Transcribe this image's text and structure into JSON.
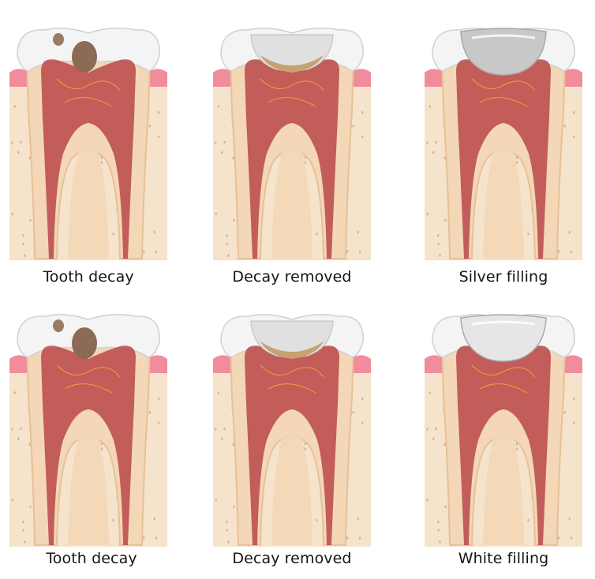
{
  "figure": {
    "panels": [
      {
        "caption": "Tooth decay",
        "state": "decay",
        "filling": "none",
        "cavity_color": "#8c6a55"
      },
      {
        "caption": "Decay removed",
        "state": "prepared",
        "filling": "none",
        "cavity_color": "#c9a070"
      },
      {
        "caption": "Silver filling",
        "state": "filled",
        "filling": "silver",
        "filling_color": "#c8c8c8"
      },
      {
        "caption": "Tooth decay",
        "state": "decay",
        "filling": "none",
        "cavity_color": "#8c6a55"
      },
      {
        "caption": "Decay removed",
        "state": "prepared",
        "filling": "none",
        "cavity_color": "#c9a070"
      },
      {
        "caption": "White filling",
        "state": "filled",
        "filling": "white",
        "filling_color": "#e6e6e6"
      }
    ],
    "colors": {
      "enamel": "#f4f4f4",
      "dentin": "#f3d7b6",
      "pulp": "#b8484a",
      "gum": "#f08c9c",
      "bone": "#f6e3cc",
      "bone_pores": "#c8a582"
    }
  }
}
